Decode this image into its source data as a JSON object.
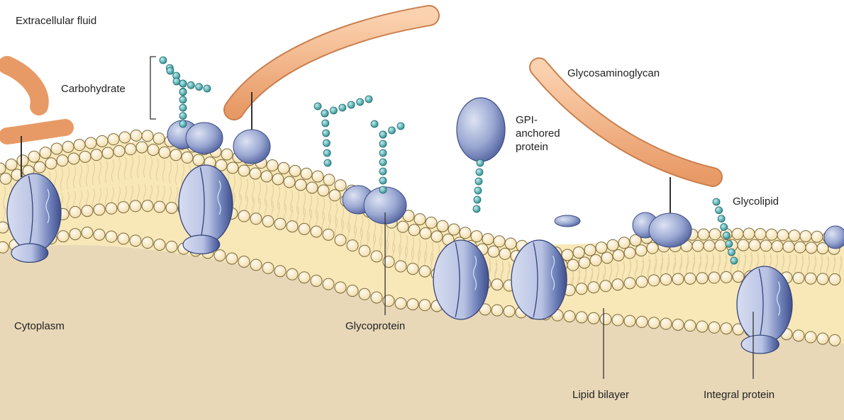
{
  "labels": {
    "extracellular": "Extracellular fluid",
    "carbohydrate": "Carbohydrate",
    "glycosaminoglycan": "Glycosaminoglycan",
    "gpi_line1": "GPI-",
    "gpi_line2": "anchored",
    "gpi_line3": "protein",
    "glycolipid": "Glycolipid",
    "cytoplasm": "Cytoplasm",
    "glycoprotein": "Glycoprotein",
    "lipid_bilayer": "Lipid bilayer",
    "integral_protein": "Integral protein"
  },
  "colors": {
    "lipid_head": "#fcefc8",
    "lipid_head_stroke": "#7a6a3c",
    "bilayer_core": "#f7e6b6",
    "cytoplasm_fill": "#e6d5b4",
    "protein_light": "#c5cfe8",
    "protein_dark": "#5a6fae",
    "sugar_bead": "#4fb0b3",
    "gag_fill": "#f5b888",
    "leader_line": "#333333"
  },
  "icons": [
    "gpi-anchored-protein-icon",
    "glycosaminoglycan-icon",
    "glycolipid-icon",
    "integral-protein-icon",
    "glycoprotein-icon"
  ]
}
